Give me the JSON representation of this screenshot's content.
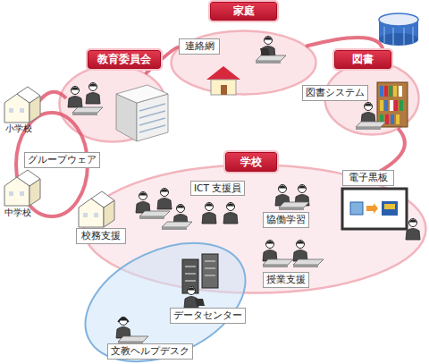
{
  "diagram": {
    "nodes": [
      {
        "text": [
          "家庭"
        ]
      },
      {
        "text": [
          "連絡網"
        ],
        "in": 0
      },
      {
        "text": [
          "教育委員会"
        ]
      },
      {
        "text": [
          "図書"
        ]
      },
      {
        "text": [
          "図書システム"
        ],
        "in": 3
      },
      {
        "text": [
          "グループウェア"
        ]
      },
      {
        "text": [
          "学校"
        ]
      },
      {
        "text": [
          "ICT 支援員"
        ],
        "in": 6
      },
      {
        "text": [
          "電子黒板"
        ],
        "in": 6
      },
      {
        "text": [
          "協働学習"
        ],
        "in": 6
      },
      {
        "text": [
          "校務支援"
        ],
        "in": 6
      },
      {
        "text": [
          "授業支援"
        ],
        "in": 6
      },
      {
        "text": [
          "データセンター"
        ]
      },
      {
        "text": [
          "文教ヘルプデスク"
        ]
      }
    ],
    "edges": [
      {
        "from": 2,
        "to": 0,
        "arrow": "none"
      },
      {
        "from": 0,
        "to": 3,
        "arrow": "none"
      },
      {
        "from": 3,
        "to": 6,
        "arrow": "none"
      }
    ],
    "labels": [
      "小学校",
      "中学校"
    ]
  }
}
